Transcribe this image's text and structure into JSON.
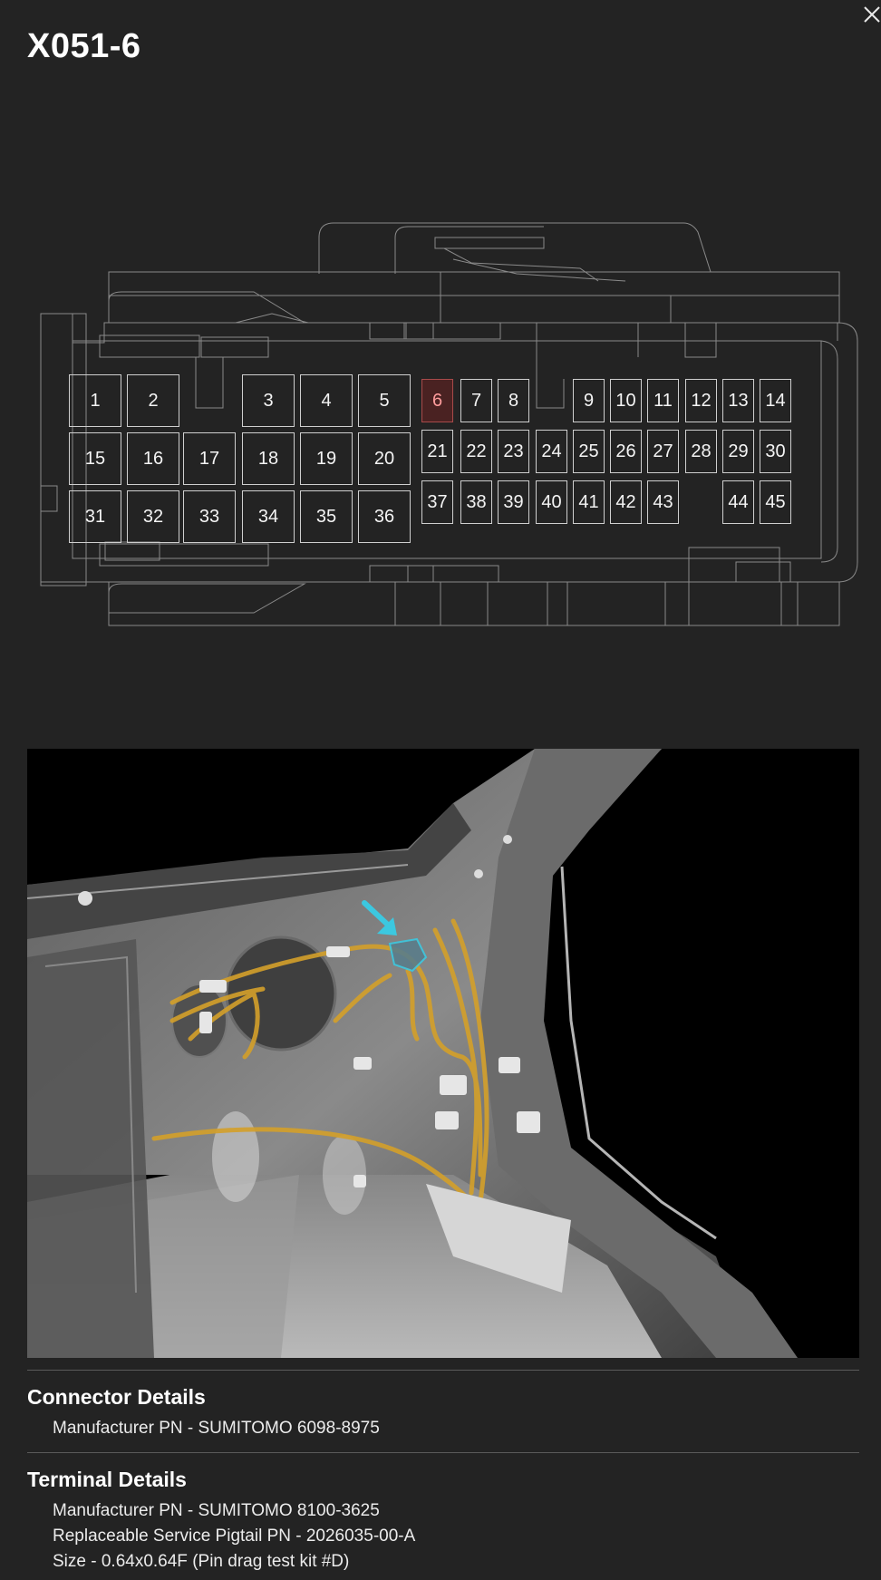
{
  "header": {
    "title": "X051-6"
  },
  "connector": {
    "selected_pin": "6",
    "pins": [
      "1",
      "2",
      "3",
      "4",
      "5",
      "6",
      "7",
      "8",
      "9",
      "10",
      "11",
      "12",
      "13",
      "14",
      "15",
      "16",
      "17",
      "18",
      "19",
      "20",
      "21",
      "22",
      "23",
      "24",
      "25",
      "26",
      "27",
      "28",
      "29",
      "30",
      "31",
      "32",
      "33",
      "34",
      "35",
      "36",
      "37",
      "38",
      "39",
      "40",
      "41",
      "42",
      "43",
      "44",
      "45"
    ]
  },
  "colors": {
    "background": "#232323",
    "highlight_pin": "#ff9d9d",
    "harness": "#d4a02a",
    "location_arrow": "#3cc8e0"
  },
  "icons": {
    "close": "close-icon",
    "arrow": "location-arrow-icon"
  },
  "connector_details": {
    "heading": "Connector Details",
    "lines": [
      "Manufacturer PN - SUMITOMO 6098-8975"
    ]
  },
  "terminal_details": {
    "heading": "Terminal Details",
    "lines": [
      "Manufacturer PN - SUMITOMO 8100-3625",
      "Replaceable Service Pigtail PN - 2026035-00-A",
      "Size - 0.64x0.64F (Pin drag test kit #D)"
    ]
  }
}
